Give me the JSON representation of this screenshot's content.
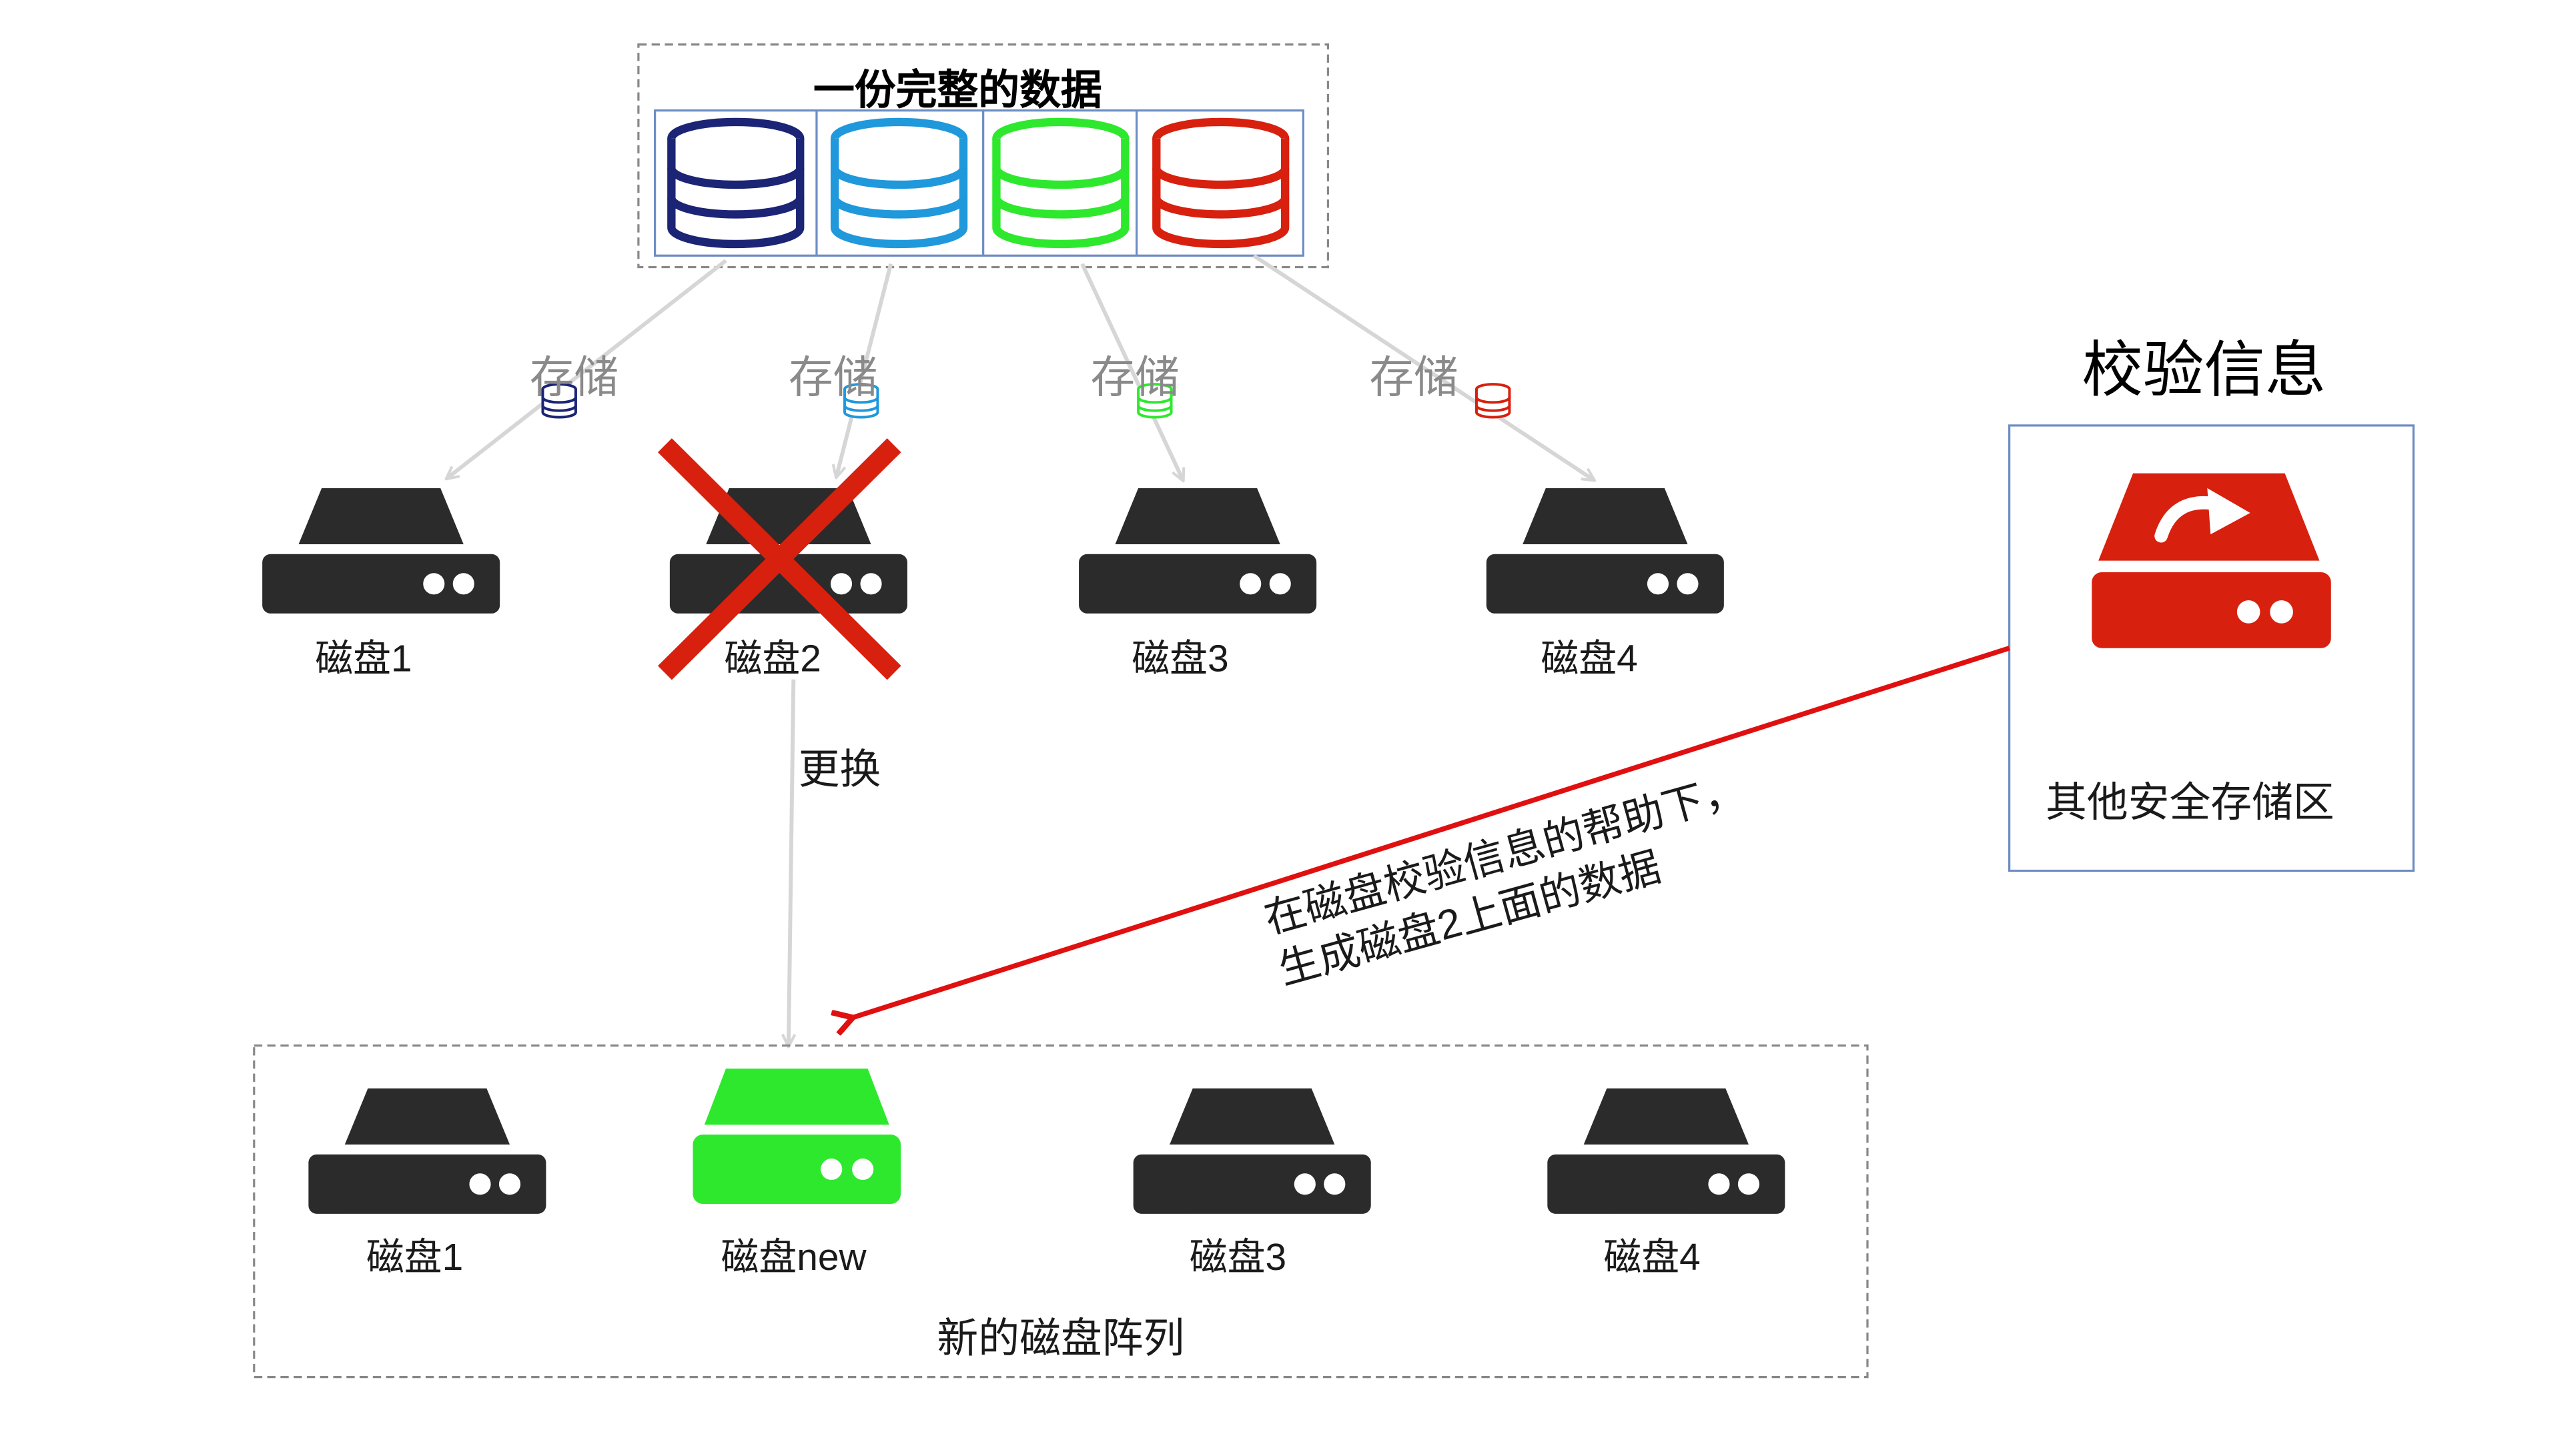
{
  "data_box": {
    "title": "一份完整的数据",
    "blocks": [
      {
        "color": "#1b2475",
        "icon": "database-icon"
      },
      {
        "color": "#1f98dc",
        "icon": "database-icon"
      },
      {
        "color": "#2ee82e",
        "icon": "database-icon"
      },
      {
        "color": "#d8200f",
        "icon": "database-icon"
      }
    ]
  },
  "store_labels": [
    "存储",
    "存储",
    "存储",
    "存储"
  ],
  "original_disks": [
    {
      "label": "磁盘1",
      "status": "ok"
    },
    {
      "label": "磁盘2",
      "status": "failed"
    },
    {
      "label": "磁盘3",
      "status": "ok"
    },
    {
      "label": "磁盘4",
      "status": "ok"
    }
  ],
  "replace_label": "更换",
  "verification": {
    "title": "校验信息",
    "storage_label": "其他安全存储区",
    "icon": "parity-disk-icon",
    "color": "#d8200f"
  },
  "rebuild_note": {
    "line1": "在磁盘校验信息的帮助下，",
    "line2": "生成磁盘2上面的数据"
  },
  "new_array": {
    "title": "新的磁盘阵列",
    "disks": [
      {
        "label": "磁盘1",
        "color": "#2b2b2b"
      },
      {
        "label": "磁盘new",
        "color": "#2ee82e"
      },
      {
        "label": "磁盘3",
        "color": "#2b2b2b"
      },
      {
        "label": "磁盘4",
        "color": "#2b2b2b"
      }
    ]
  },
  "colors": {
    "disk": "#2b2b2b",
    "arrow_gray": "#d6d6d6",
    "cross_red": "#d8200f",
    "rebuild_arrow": "#e01010",
    "dash_border": "#888888",
    "verify_border": "#6e8cc4"
  }
}
